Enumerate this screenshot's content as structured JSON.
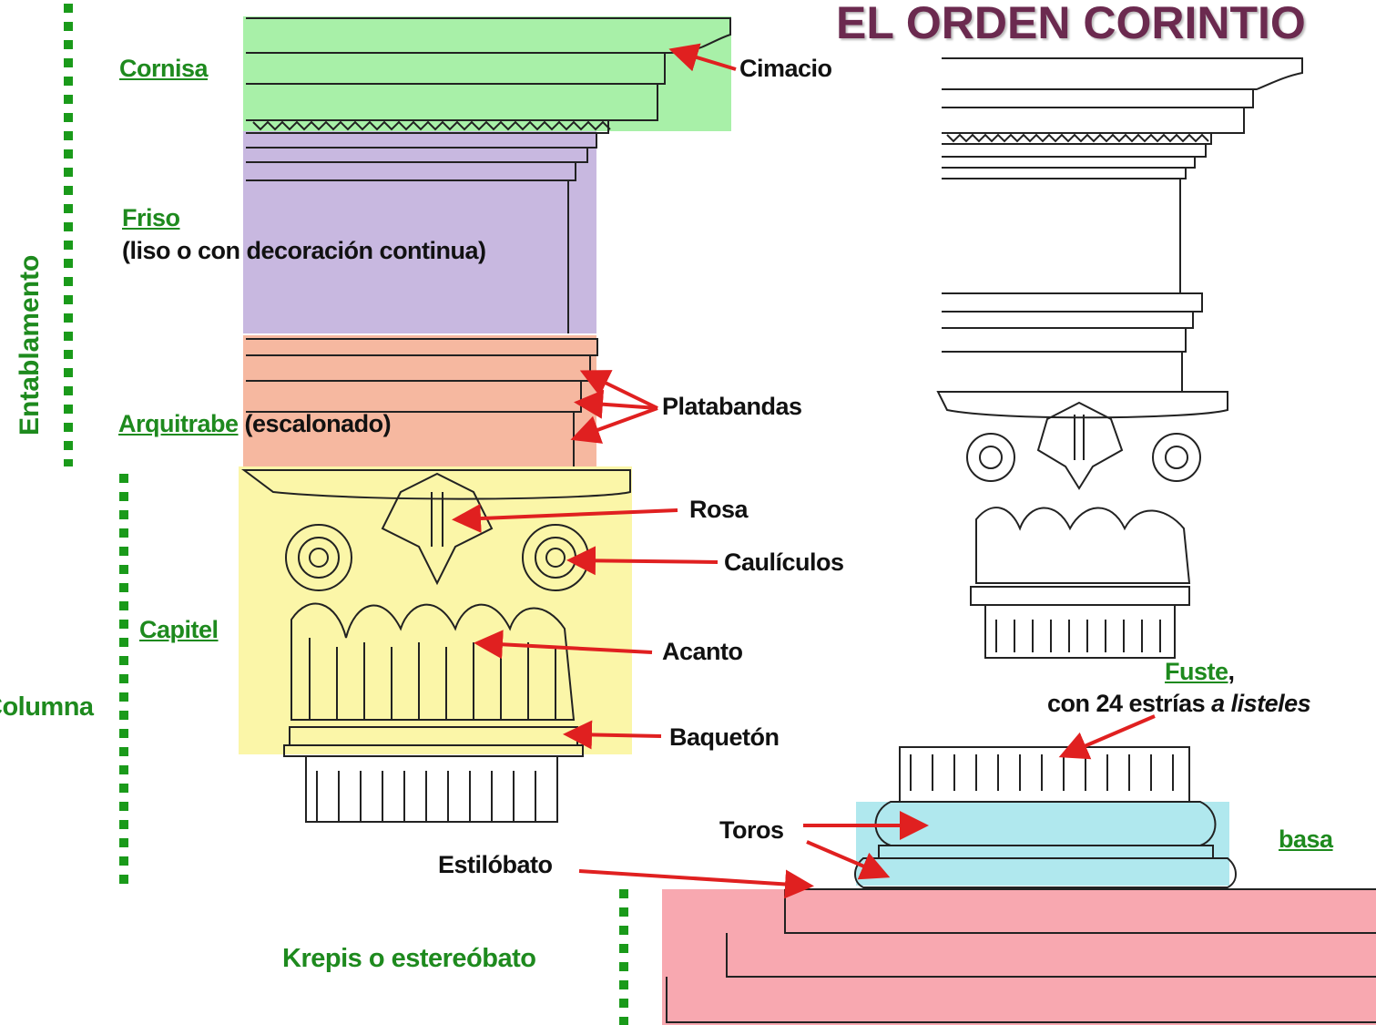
{
  "title": "EL ORDEN CORINTIO",
  "sections": {
    "entablamento": "Entablamento",
    "columna": "Columna",
    "krepis": "Krepis o estereóbato"
  },
  "entablature": {
    "cornisa": "Cornisa",
    "cimacio": "Cimacio",
    "friso": "Friso",
    "friso_note": "(liso o con decoración continua)",
    "arquitrabe": "Arquitrabe",
    "arquitrabe_note": "(escalonado)",
    "platabandas": "Platabandas"
  },
  "capital": {
    "capitel": "Capitel",
    "rosa": "Rosa",
    "cauliculos": "Caulículos",
    "acanto": "Acanto",
    "baqueton": "Baquetón"
  },
  "base": {
    "fuste": "Fuste",
    "fuste_comma": ",",
    "fuste_note": "con 24 estrías",
    "fuste_note_italic": "a listeles",
    "toros": "Toros",
    "estilobato": "Estilóbato",
    "basa": "basa"
  },
  "colors": {
    "cornisa": "#a8f0a8",
    "friso": "#c8b8e0",
    "arquitrabe": "#f6b8a0",
    "capitel": "#fbf6a8",
    "basa": "#b0e8ee",
    "krepis": "#f8a8b0",
    "arrow": "#e02020",
    "label_green": "#1e8a1e",
    "title": "#6b2a4f"
  }
}
